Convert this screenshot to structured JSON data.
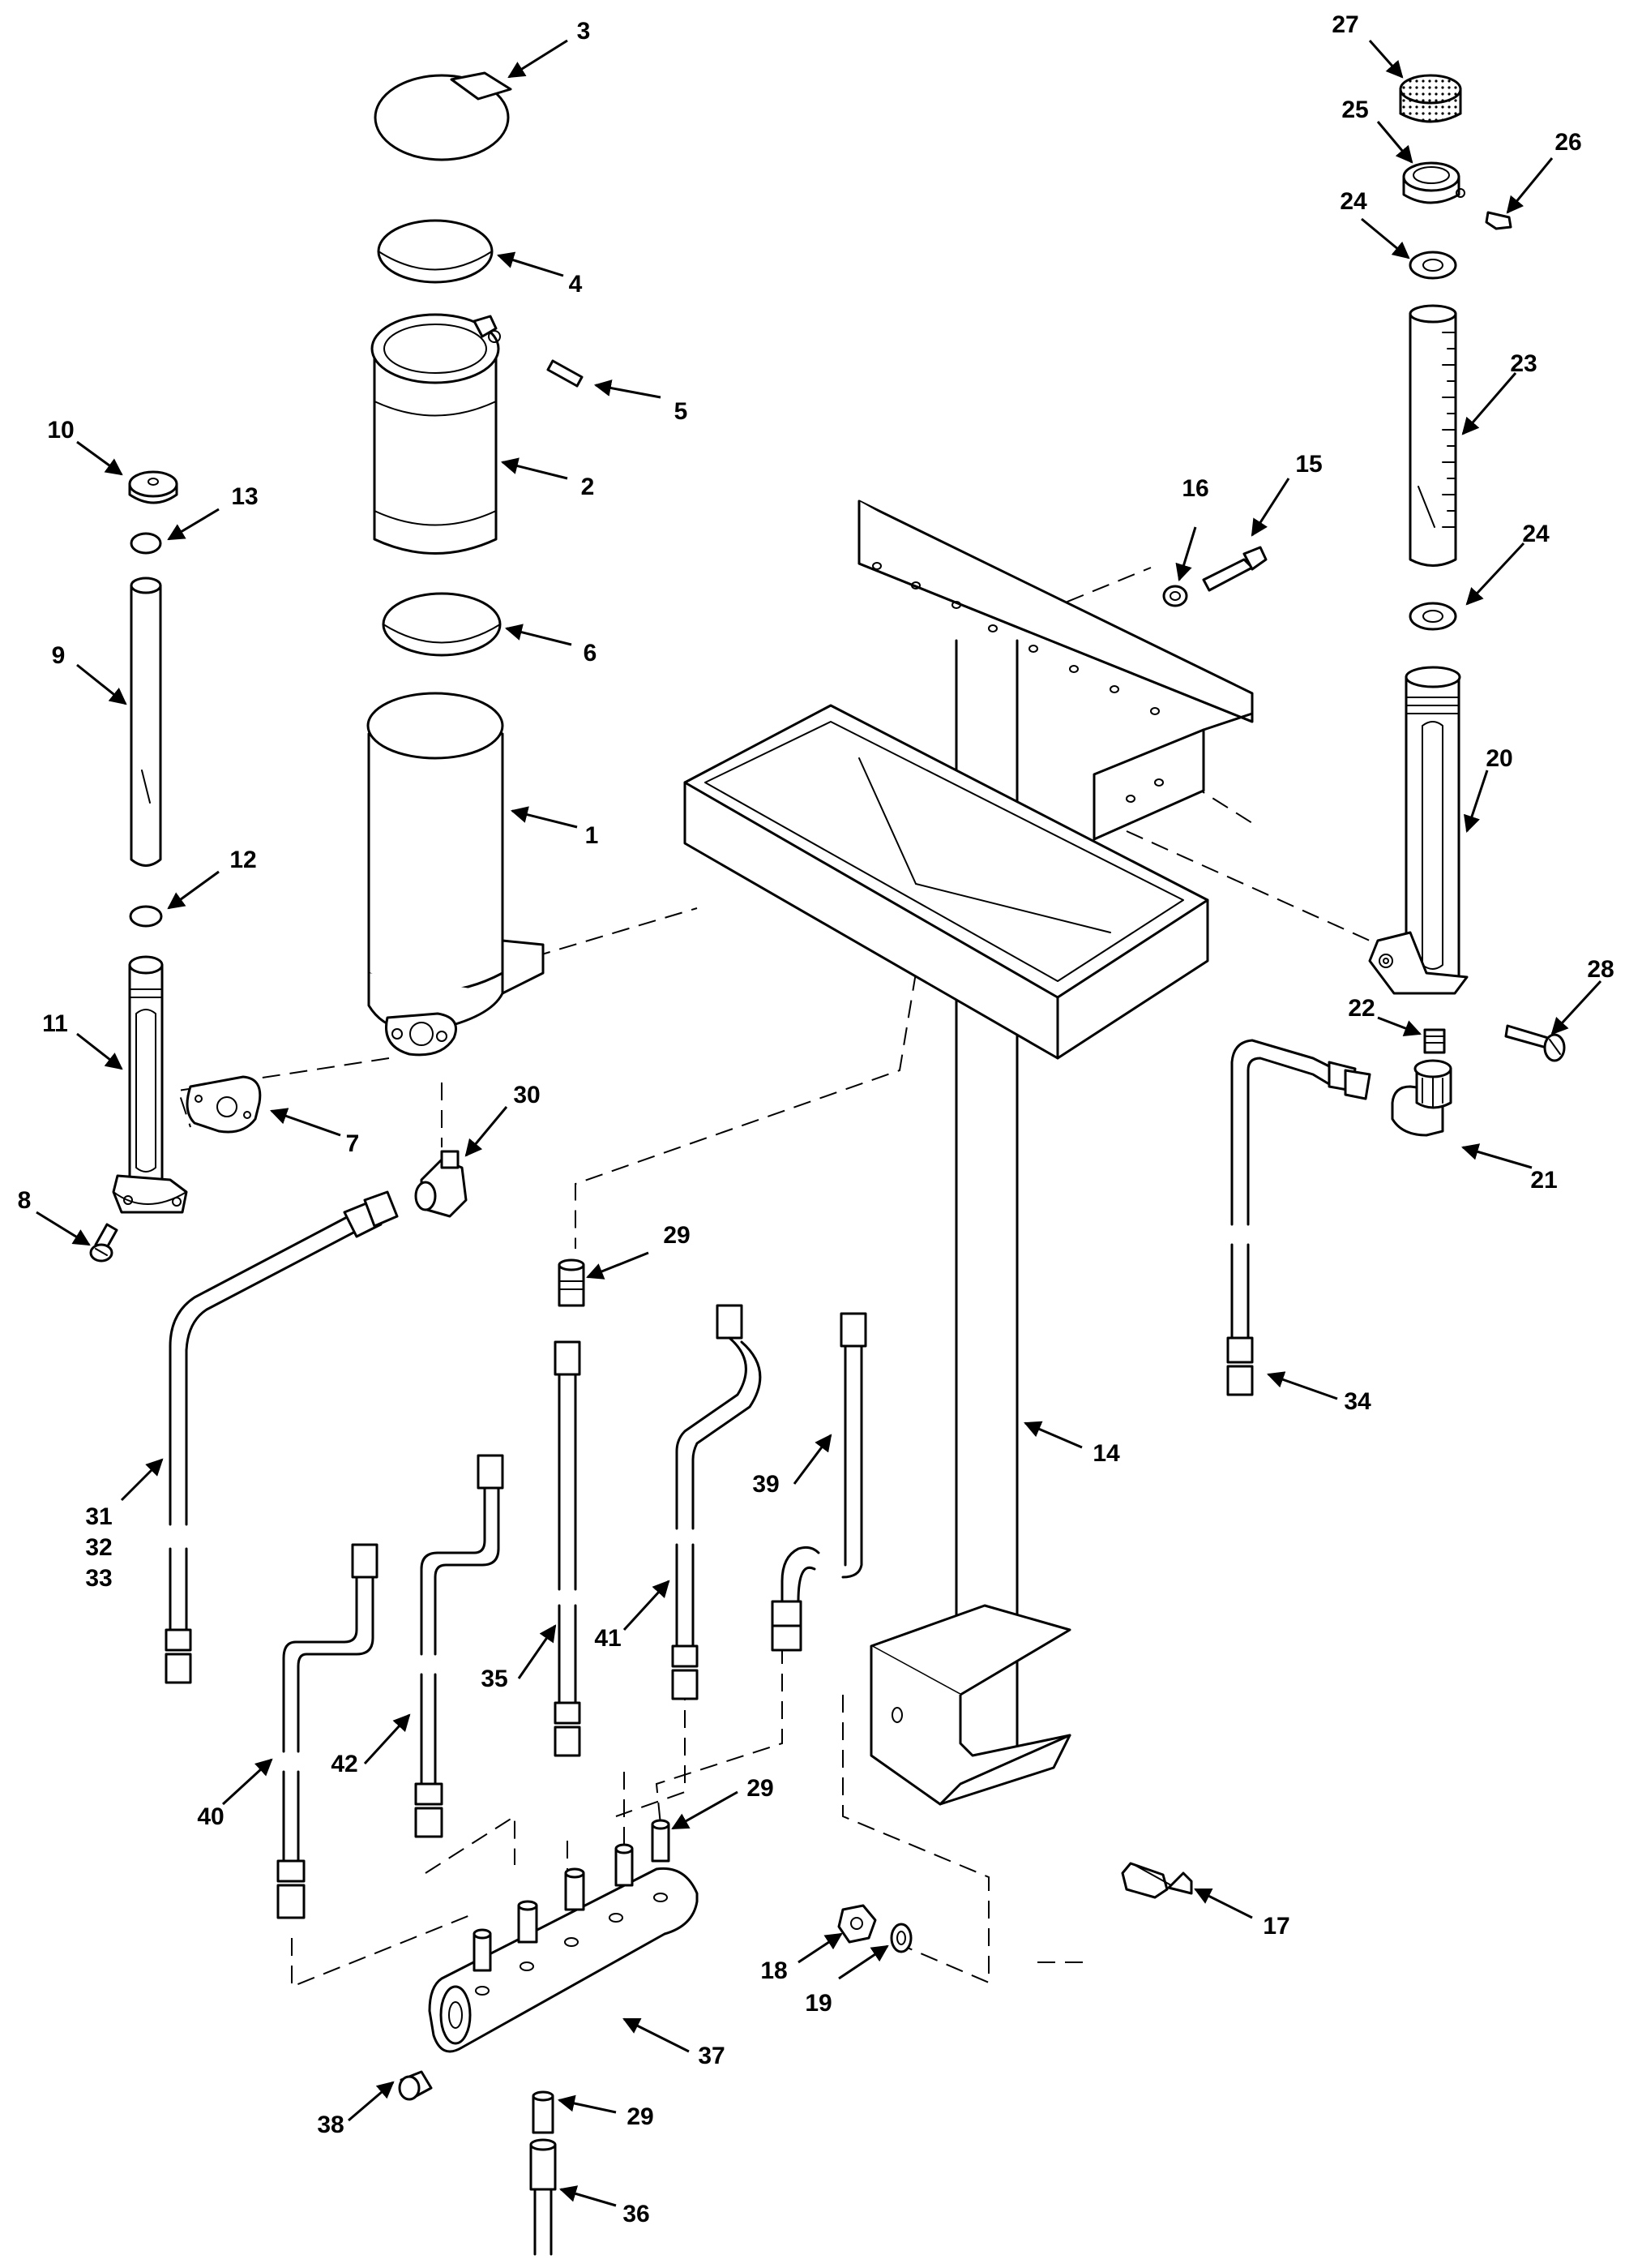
{
  "diagram": {
    "callouts": [
      "1",
      "2",
      "3",
      "4",
      "5",
      "6",
      "7",
      "8",
      "9",
      "10",
      "11",
      "12",
      "13",
      "14",
      "15",
      "16",
      "17",
      "18",
      "19",
      "20",
      "21",
      "22",
      "23",
      "24",
      "24",
      "25",
      "26",
      "27",
      "28",
      "29",
      "29",
      "29",
      "30",
      "31",
      "32",
      "33",
      "34",
      "35",
      "36",
      "37",
      "38",
      "39",
      "40",
      "41",
      "42"
    ]
  }
}
